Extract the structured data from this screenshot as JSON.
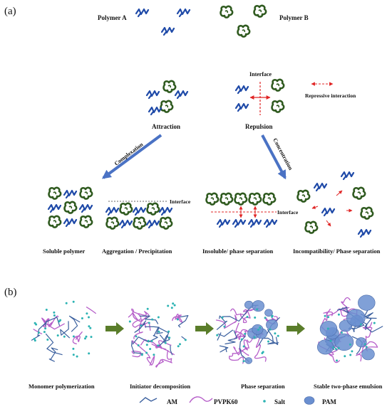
{
  "panel_a": {
    "label": "(a)",
    "polymer_a": "Polymer A",
    "polymer_b": "Polymer B",
    "interface_top": "Interface",
    "repressive": "Repressive interaction",
    "attraction": "Attraction",
    "repulsion": "Repulsion",
    "complexation": "Complexation",
    "concentration": "Concentration",
    "interface_1": "Interface",
    "interface_2": "Interface",
    "captions": {
      "soluble": "Soluble polymer",
      "aggregation": "Aggregation / Precipitation",
      "insoluble": "Insoluble/ phase separation",
      "incompatibility": "Incompatibility/ Phase separation"
    }
  },
  "panel_b": {
    "label": "(b)",
    "stages": [
      "Monomer polymerization",
      "Initiator decomposition",
      "Phase separation",
      "Stable two-phase emulsion"
    ],
    "legend": {
      "am": "AM",
      "pvpk": "PVPK60",
      "salt": "Salt",
      "pam": "PAM"
    }
  },
  "colors": {
    "polymer_a": "#1f4aa8",
    "polymer_b": "#2f5a1f",
    "arrow_blue": "#4a72c4",
    "arrow_green": "#5a7d2a",
    "red": "#e02424",
    "pvpk": "#b65ec9",
    "am": "#3a5f9e",
    "salt": "#2bb3b3",
    "pam": "#6a8fd0"
  }
}
